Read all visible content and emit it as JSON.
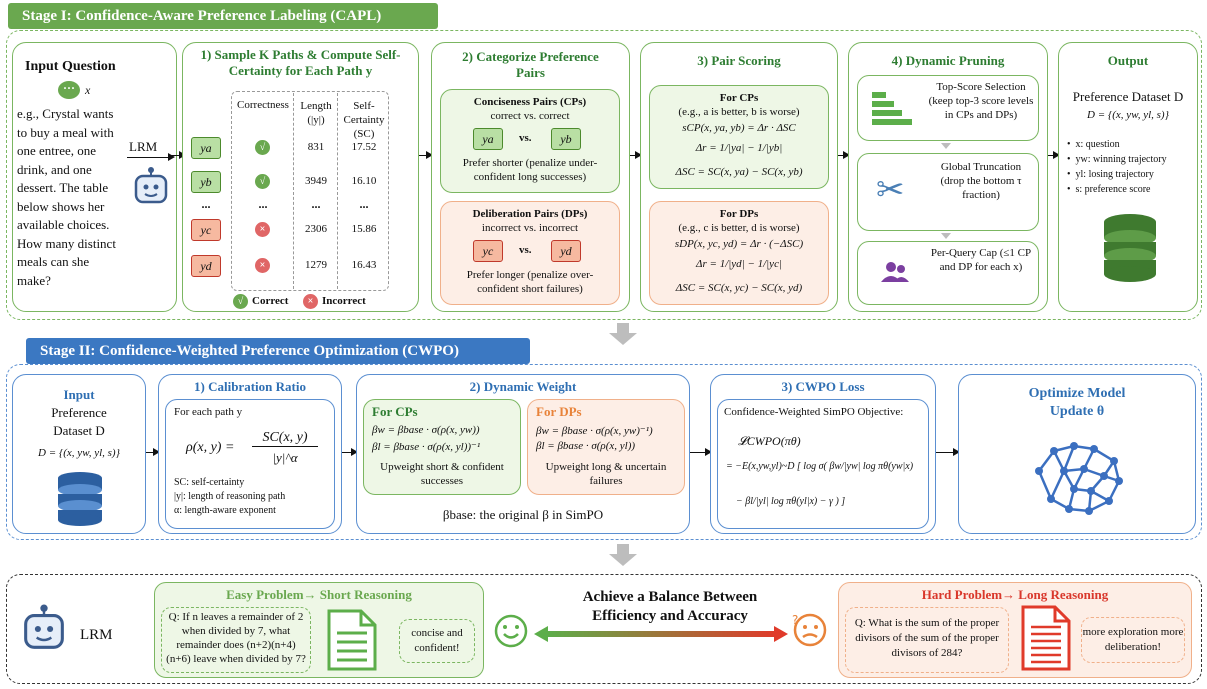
{
  "stage1": {
    "banner": "Stage I: Confidence-Aware Preference Labeling (CAPL)",
    "input": {
      "title": "Input Question",
      "x": "x",
      "text": "e.g., Crystal wants to buy a meal with one entree, one drink, and one dessert. The table below shows her available choices. How many distinct meals can she make?",
      "lrm": "LRM"
    },
    "sample": {
      "title": "1) Sample K Paths & Compute Self-Certainty for Each Path y",
      "headers": [
        "Correctness",
        "Length (|y|)",
        "Self-Certainty (SC)"
      ],
      "rows": [
        {
          "label": "ya",
          "correct": true,
          "length": "831",
          "sc": "17.52"
        },
        {
          "label": "yb",
          "correct": true,
          "length": "3949",
          "sc": "16.10"
        },
        {
          "label": "...",
          "correct": null,
          "length": "...",
          "sc": "..."
        },
        {
          "label": "yc",
          "correct": false,
          "length": "2306",
          "sc": "15.86"
        },
        {
          "label": "yd",
          "correct": false,
          "length": "1279",
          "sc": "16.43"
        }
      ],
      "legend_correct": "Correct",
      "legend_incorrect": "Incorrect",
      "check_glyph": "√",
      "cross_glyph": "×"
    },
    "categorize": {
      "title": "2) Categorize Preference Pairs",
      "cp_title": "Conciseness Pairs (CPs)",
      "cp_sub": "correct vs. correct",
      "cp_a": "ya",
      "cp_b": "yb",
      "vs": "vs.",
      "cp_desc": "Prefer shorter (penalize under-confident long successes)",
      "dp_title": "Deliberation Pairs (DPs)",
      "dp_sub": "incorrect vs. incorrect",
      "dp_a": "yc",
      "dp_b": "yd",
      "dp_desc": "Prefer longer (penalize over-confident short failures)"
    },
    "scoring": {
      "title": "3) Pair Scoring",
      "cp_head": "For CPs",
      "cp_note": "(e.g., a is better, b is worse)",
      "cp_s": "sCP(x, ya, yb) = Δr · ΔSC",
      "cp_r": "Δr = 1/|ya| − 1/|yb|",
      "cp_sc": "ΔSC = SC(x, ya) − SC(x, yb)",
      "dp_head": "For DPs",
      "dp_note": "(e.g., c is better, d is worse)",
      "dp_s": "sDP(x, yc, yd) = Δr · (−ΔSC)",
      "dp_r": "Δr = 1/|yd| − 1/|yc|",
      "dp_sc": "ΔSC = SC(x, yc) − SC(x, yd)"
    },
    "pruning": {
      "title": "4) Dynamic Pruning",
      "s1": "Top-Score Selection (keep top-3 score levels in CPs and DPs)",
      "s2": "Global Truncation (drop the bottom τ fraction)",
      "s3": "Per-Query Cap (≤1 CP and DP for each x)"
    },
    "output": {
      "title": "Output",
      "sub": "Preference Dataset D",
      "formula": "D = {(x, yw, yl, s)}",
      "items": [
        "x: question",
        "yw: winning trajectory",
        "yl: losing trajectory",
        "s: preference score"
      ]
    }
  },
  "stage2": {
    "banner": "Stage II: Confidence-Weighted Preference Optimization (CWPO)",
    "input": {
      "title": "Input",
      "line1": "Preference",
      "line2": "Dataset D",
      "formula": "D = {(x, yw, yl, s)}"
    },
    "calib": {
      "title": "1) Calibration Ratio",
      "intro": "For each path y",
      "formula_left": "ρ(x, y) =",
      "formula_num": "SC(x, y)",
      "formula_den": "|y|^α",
      "notes": [
        "SC: self-certainty",
        "|y|: length of reasoning path",
        "α: length-aware exponent"
      ]
    },
    "weight": {
      "title": "2) Dynamic Weight",
      "cp_head": "For CPs",
      "cp_w": "βw = βbase · σ(ρ(x, yw))",
      "cp_l": "βl = βbase · σ(ρ(x, yl))⁻¹",
      "cp_desc": "Upweight short & confident successes",
      "dp_head": "For DPs",
      "dp_w": "βw = βbase · σ(ρ(x, yw)⁻¹)",
      "dp_l": "βl = βbase · σ(ρ(x, yl))",
      "dp_desc": "Upweight long & uncertain failures",
      "footer": "βbase: the original β in SimPO"
    },
    "loss": {
      "title": "3) CWPO Loss",
      "intro": "Confidence-Weighted SimPO Objective:",
      "l1": "𝓛CWPO(πθ)",
      "l2": "= −E(x,yw,yl)~D [ log σ( βw/|yw| log πθ(yw|x)",
      "l3": "− βl/|yl| log πθ(yl|x) − γ ) ]"
    },
    "optimize": {
      "title": "Optimize Model Update θ"
    }
  },
  "stage3": {
    "lrm": "LRM",
    "easy_title": "Easy Problem→ Short Reasoning",
    "easy_q": "Q: If n leaves a remainder of 2 when divided by 7, what remainder does (n+2)(n+4)(n+6) leave when divided by 7?",
    "easy_tag": "concise and confident!",
    "balance": "Achieve a Balance Between Efficiency and Accuracy",
    "hard_title": "Hard Problem→ Long Reasoning",
    "hard_q": "Q: What is the sum of the proper divisors of the sum of the proper divisors of 284?",
    "hard_tag": "more exploration more deliberation!"
  },
  "colors": {
    "green_banner": "#6aa84f",
    "blue_banner": "#3b78c2",
    "green_border": "#7bb661",
    "blue_border": "#5b8fd1",
    "cp_fill": "#eef7e6",
    "dp_fill": "#fdeee6",
    "orange": "#e8833a",
    "red_title": "#d9372b"
  }
}
